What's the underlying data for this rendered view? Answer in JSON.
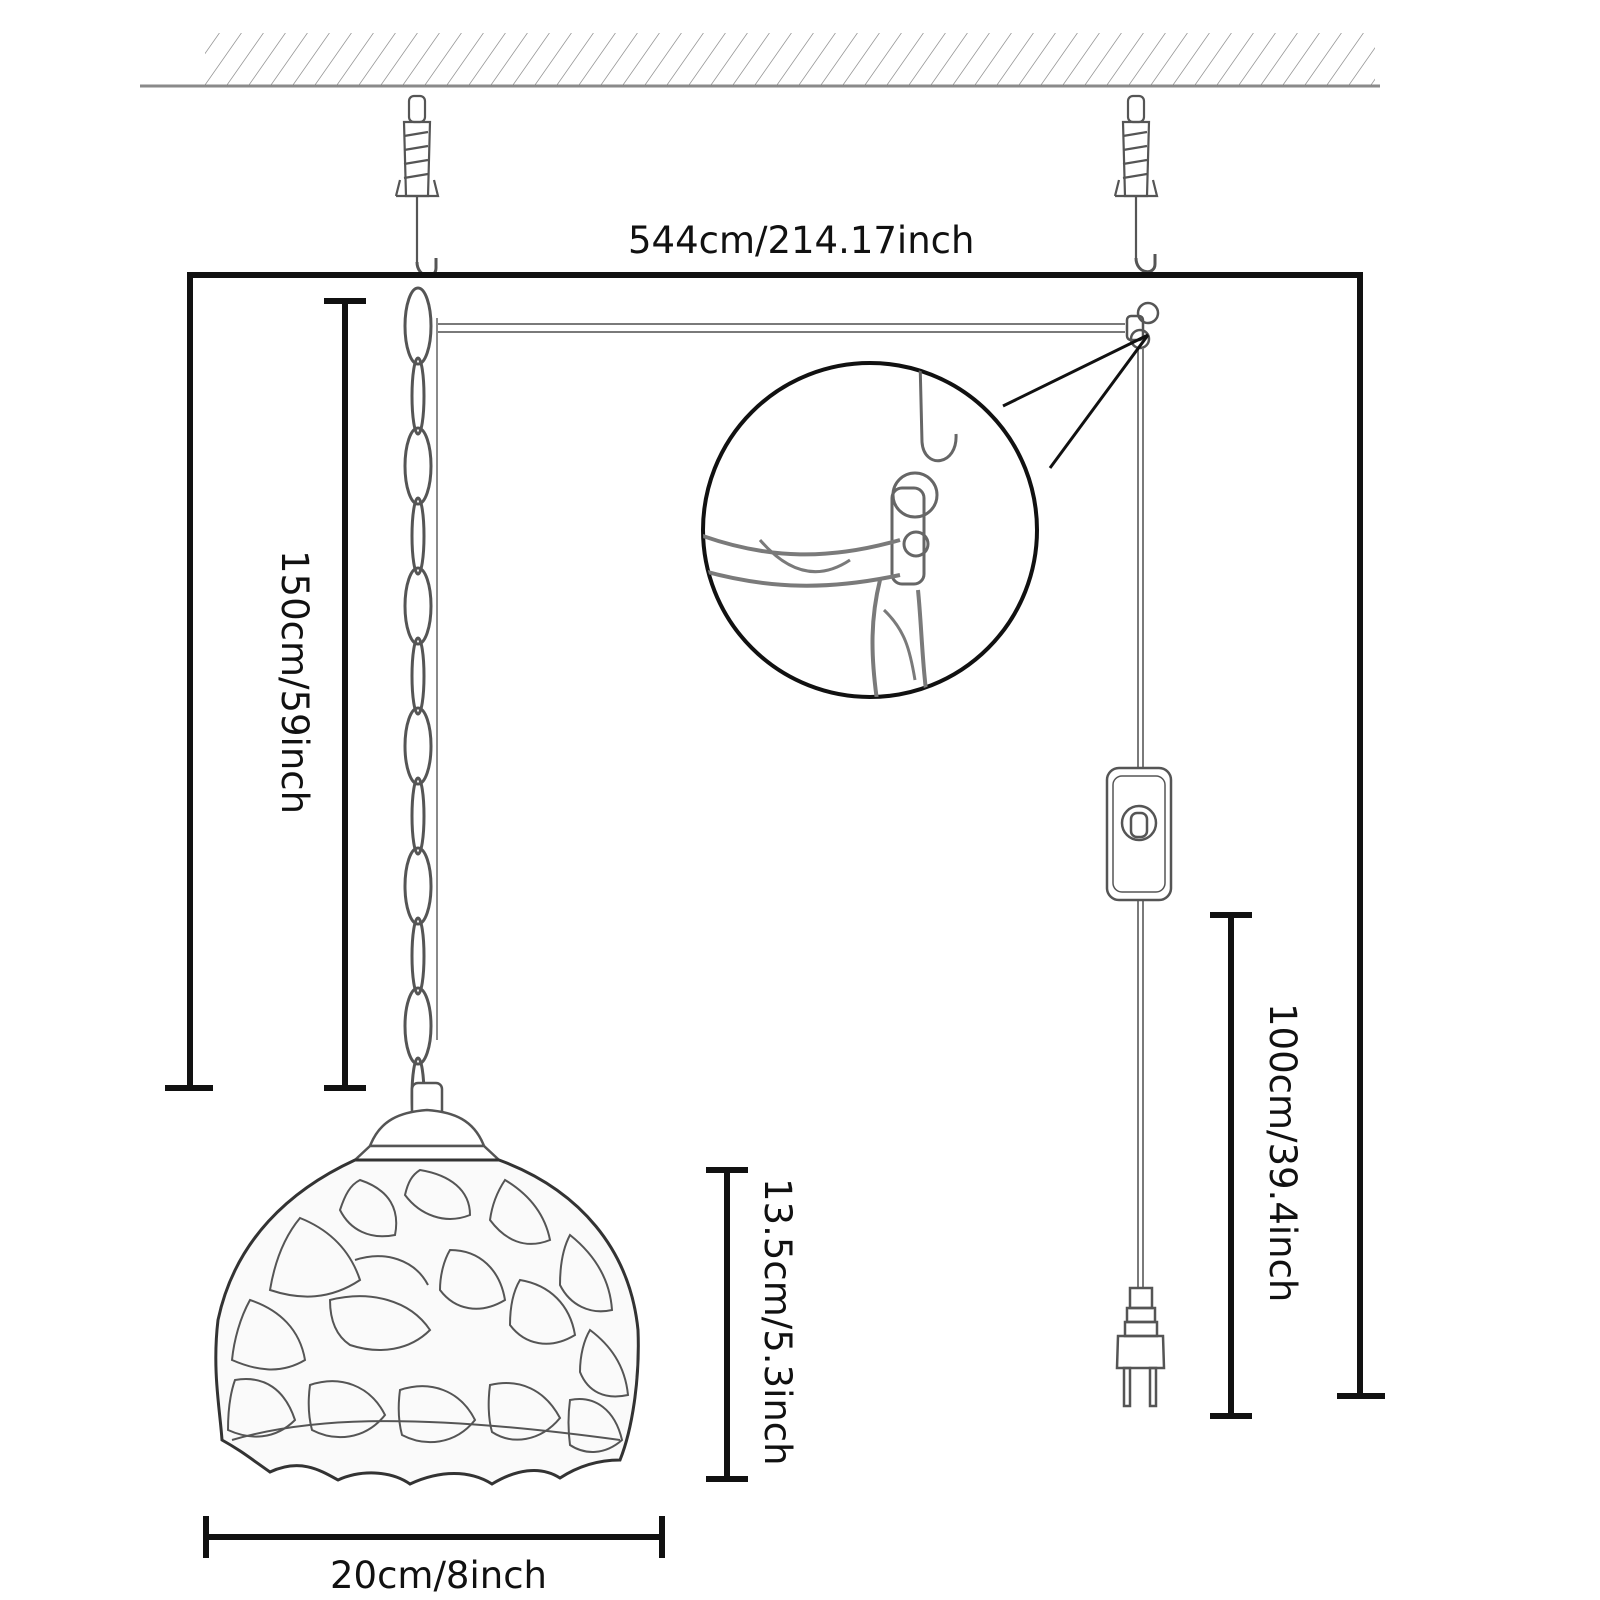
{
  "dimensions": {
    "total_cord_length": "544cm/214.17inch",
    "chain_length": "150cm/59inch",
    "shade_height": "13.5cm/5.3inch",
    "shade_width": "20cm/8inch",
    "switch_to_plug_length": "100cm/39.4inch"
  },
  "colors": {
    "ink": "#111111",
    "sketch": "#555555",
    "light_sketch": "#9a9a9a",
    "background": "#ffffff"
  },
  "icons": {
    "ceiling": "hatched-ceiling",
    "anchor": "wall-anchor-hook-icon",
    "chain": "chain-link",
    "shade": "tiffany-dome-shade",
    "switch": "inline-rocker-switch",
    "plug": "two-prong-plug"
  }
}
